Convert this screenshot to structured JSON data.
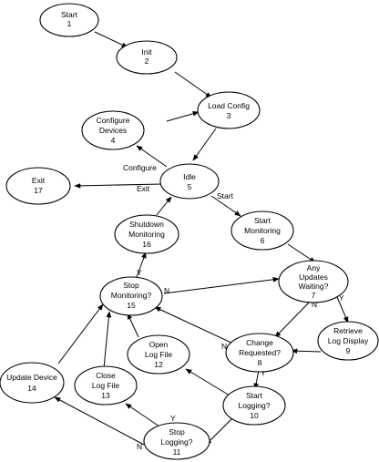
{
  "diagram": {
    "type": "state-diagram",
    "nodes": {
      "start": {
        "name": "Start",
        "num": "1"
      },
      "init": {
        "name": "Init",
        "num": "2"
      },
      "load_config": {
        "name": "Load Config",
        "num": "3"
      },
      "configure_devices": {
        "name": "Configure Devices",
        "lines": [
          "Configure",
          "Devices"
        ],
        "num": "4"
      },
      "idle": {
        "name": "Idle",
        "num": "5"
      },
      "start_monitoring": {
        "name": "Start Monitoring",
        "lines": [
          "Start",
          "Monitoring"
        ],
        "num": "6"
      },
      "any_updates": {
        "name": "Any Updates Waiting?",
        "lines": [
          "Any",
          "Updates",
          "Waiting?"
        ],
        "num": "7"
      },
      "change_requested": {
        "name": "Change Requested?",
        "lines": [
          "Change",
          "Requested?"
        ],
        "num": "8"
      },
      "retrieve_log": {
        "name": "Retrieve Log Display",
        "lines": [
          "Retrieve",
          "Log Display"
        ],
        "num": "9"
      },
      "start_logging": {
        "name": "Start Logging?",
        "lines": [
          "Start",
          "Logging?"
        ],
        "num": "10"
      },
      "stop_logging": {
        "name": "Stop Logging?",
        "lines": [
          "Stop",
          "Logging?"
        ],
        "num": "11"
      },
      "open_log": {
        "name": "Open Log File",
        "lines": [
          "Open",
          "Log File"
        ],
        "num": "12"
      },
      "close_log": {
        "name": "Close Log File",
        "lines": [
          "Close",
          "Log File"
        ],
        "num": "13"
      },
      "update_device": {
        "name": "Update Device",
        "num": "14"
      },
      "stop_monitoring": {
        "name": "Stop Monitoring?",
        "lines": [
          "Stop",
          "Monitoring?"
        ],
        "num": "15"
      },
      "shutdown_monitoring": {
        "name": "Shutdown Monitoring",
        "lines": [
          "Shutdown",
          "Monitoring"
        ],
        "num": "16"
      },
      "exit": {
        "name": "Exit",
        "num": "17"
      }
    },
    "edge_labels": {
      "configure": "Configure",
      "exit": "Exit",
      "start": "Start",
      "y_stop_to_shutdown": "Y",
      "n_stop_to_updates": "N",
      "n_updates_to_change": "N",
      "y_updates_to_retrieve": "Y",
      "n_change_to_stop": "N",
      "y_change_to_startlog": "Y",
      "y_stoplog_to_close": "Y",
      "n_stoplog_to_update": "N"
    }
  }
}
